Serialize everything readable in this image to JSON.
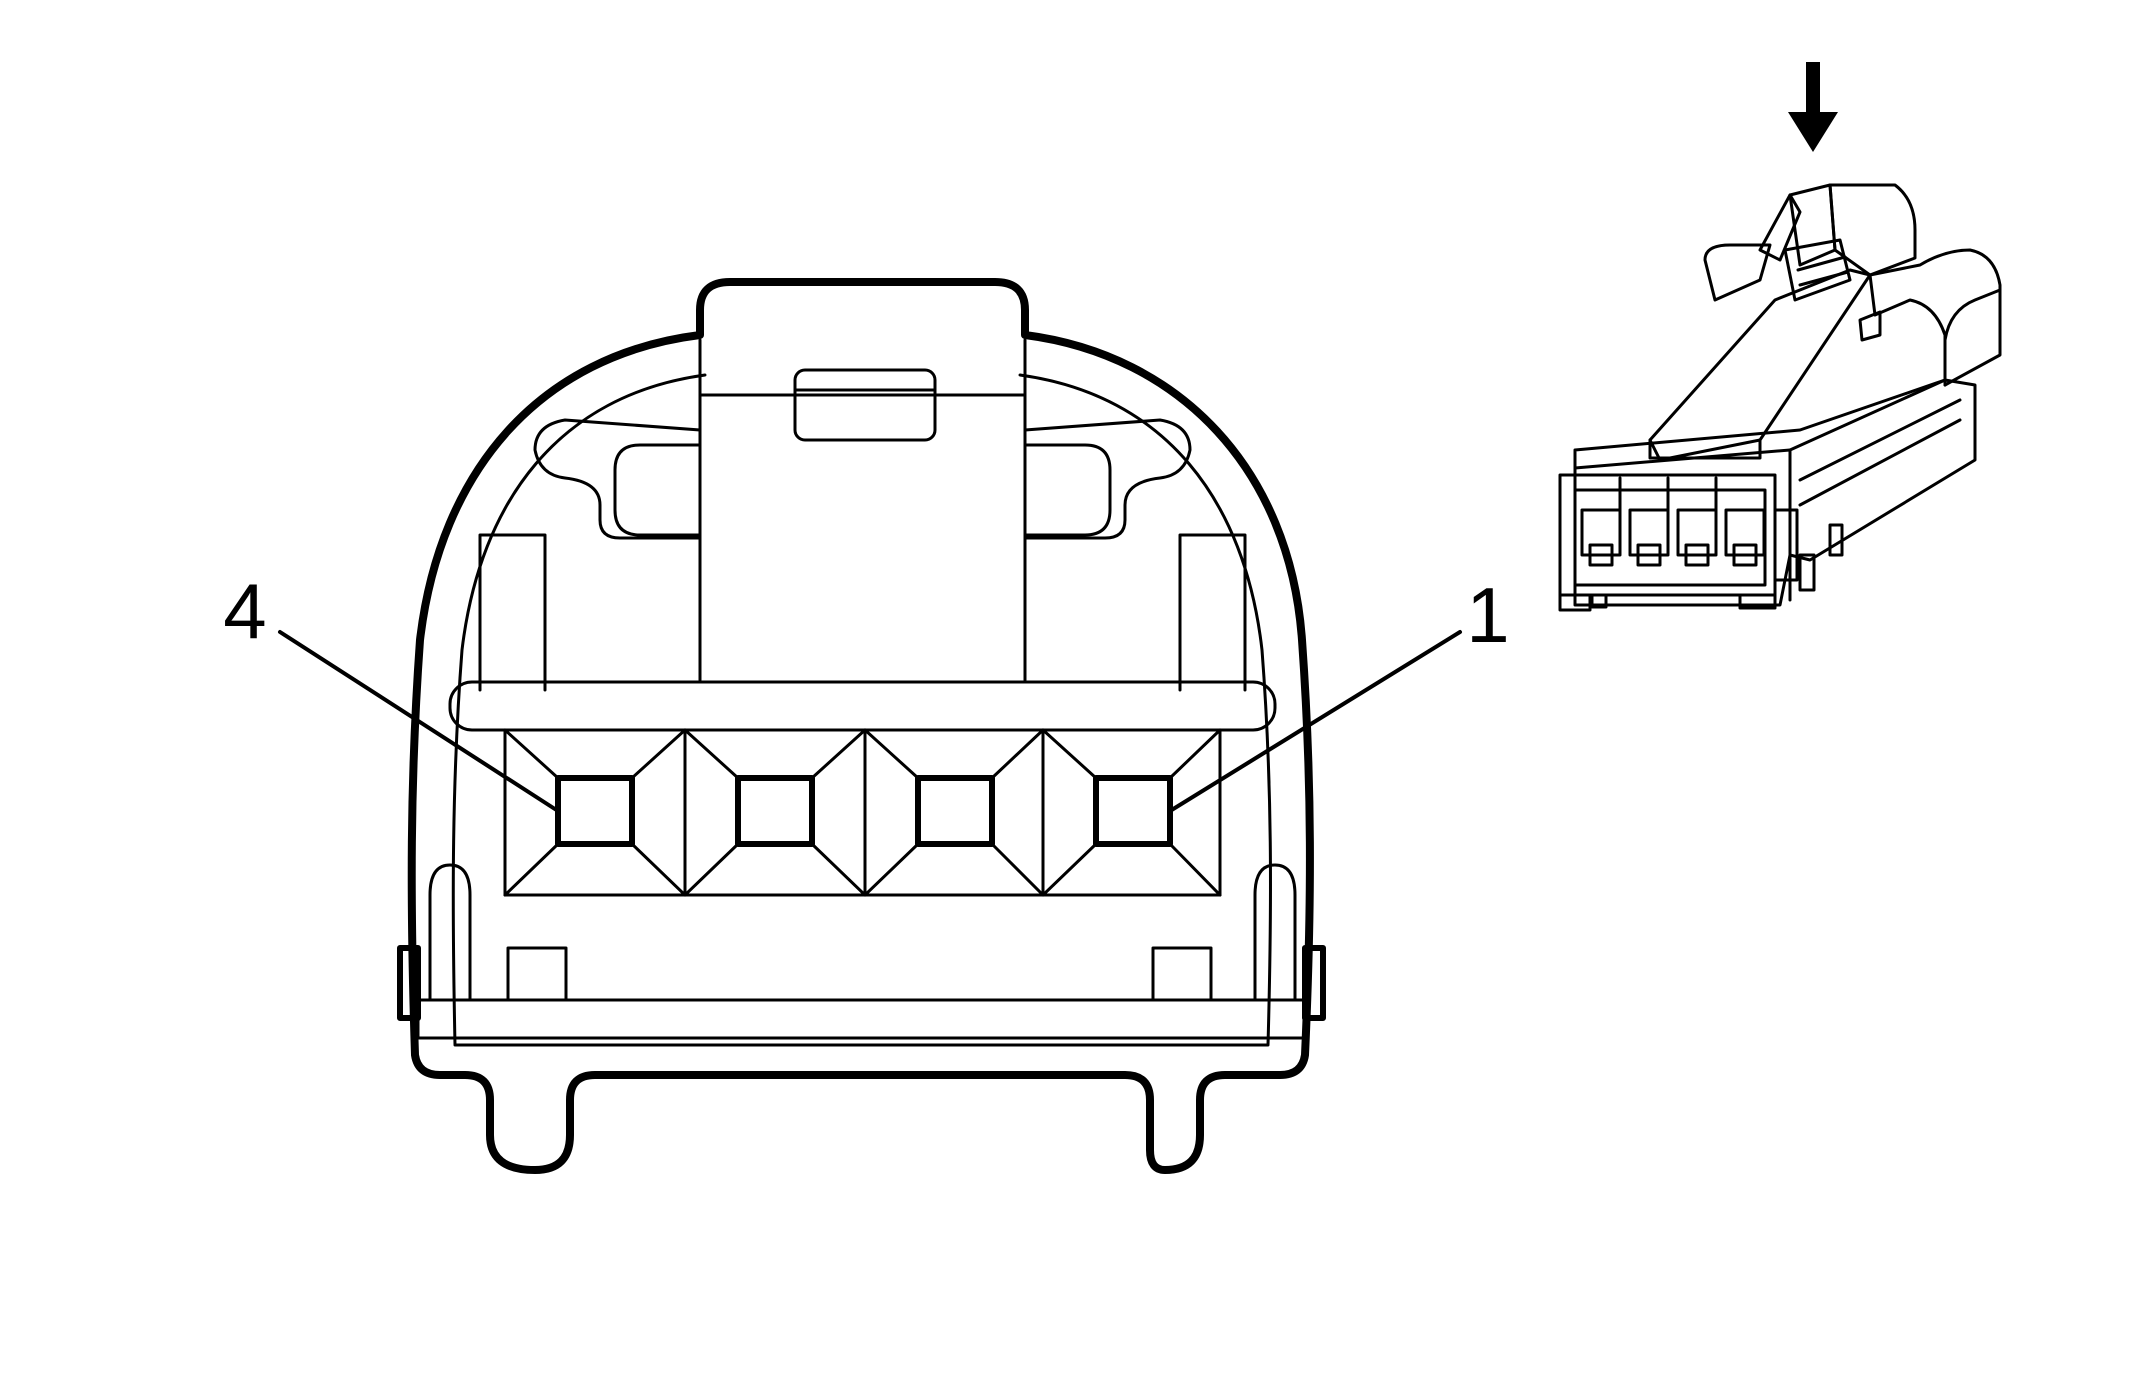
{
  "diagram": {
    "connector_face": {
      "pin_labels": [
        {
          "key": "left",
          "text": "4"
        },
        {
          "key": "right",
          "text": "1"
        }
      ],
      "cavity_count": 4
    },
    "connector_iso": {
      "arrow_icon": "down-arrow-icon"
    },
    "colors": {
      "line": "#000000",
      "background": "#ffffff"
    }
  }
}
